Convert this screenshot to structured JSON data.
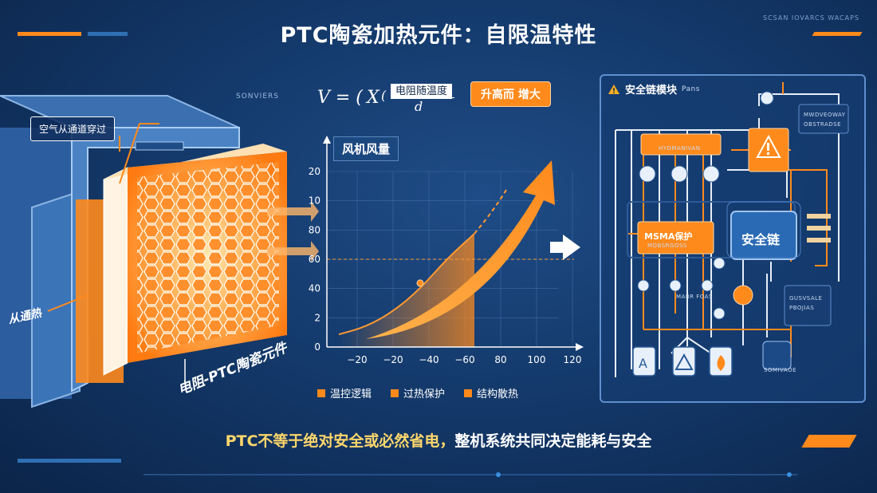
{
  "title": "PTC陶瓷加热元件：自限温特性",
  "corner_text": "SCSAN IOVARCS WACAPS",
  "left": {
    "air_callout": "空气从通道穿过",
    "heat_callout": "从通热",
    "element_callout": "电阻-PTC陶瓷元件"
  },
  "middle": {
    "section_label": "SONVIERS",
    "formula_left": "V = (",
    "formula_frac_top": "电阻随温度",
    "formula_frac_bottom": "d",
    "formula_tail": "(",
    "formula_var": "X",
    "rise_pill": "升高而 增大",
    "chart_tag": "风机风量",
    "legend": [
      "温控逻辑",
      "过热保护",
      "结构散热"
    ]
  },
  "panel": {
    "title": "安全链模块",
    "title_tag": "Pans",
    "warn_icon": "warning-icon",
    "block_top": "HYDMANIVAN",
    "block_mid": "MSMA保护",
    "block_mid_sub": "MOBSRGOSS",
    "block_safety": "安全链",
    "label_r1": "MWDVEOWAY",
    "label_r1b": "OBSTRADSE",
    "label_mid": "MABR FOAS",
    "label_r2": "GUSVSALE",
    "label_r2b": "PBOJIAS",
    "label_bottom": "SOMIVAOE",
    "sensor_icons": [
      "a-letter-icon",
      "delta-icon",
      "flame-icon"
    ]
  },
  "bottom": {
    "caption_part1": "PTC不等于绝对安全或必然省电，",
    "caption_part2": "整机系统共同决定能耗与安全"
  },
  "colors": {
    "accent": "#ff8a1c",
    "bg": "#143a6c",
    "panel_border": "#5f8fce"
  },
  "chart_data": {
    "type": "line",
    "title": "风机风量",
    "xlabel": "",
    "ylabel": "",
    "x_tick_labels": [
      "−20",
      "−20",
      "−40",
      "−60",
      "80",
      "100",
      "120"
    ],
    "y_tick_labels": [
      "0",
      "2",
      "40",
      "60",
      "80",
      "10",
      "20"
    ],
    "reference_line": "60",
    "series": [
      {
        "values_x": [
          0,
          1,
          2,
          3,
          4,
          5
        ],
        "values_y": [
          1,
          1.4,
          2.2,
          3.4,
          5.0,
          6.3
        ]
      }
    ],
    "marker_point": {
      "x": 3,
      "y": 3.7
    }
  }
}
